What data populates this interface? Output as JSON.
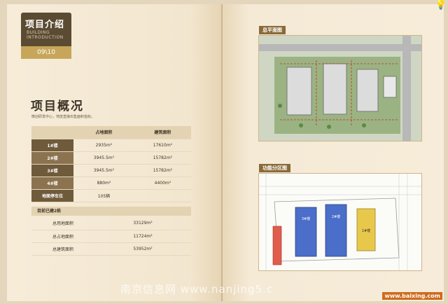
{
  "badge": {
    "title": "项目介绍",
    "subtitle_en": "BUILDING INTRODUCTION",
    "page": "09\\10"
  },
  "section": {
    "title": "项目概况",
    "note": "微创研发中心，地皮直接出售面积指标。"
  },
  "table1": {
    "header": [
      "",
      "占地面积",
      "建筑面积"
    ],
    "rows": [
      {
        "label": "1#楼",
        "a": "2935m²",
        "b": "17610m²"
      },
      {
        "label": "2#楼",
        "a": "3945.5m²",
        "b": "15782m²"
      },
      {
        "label": "3#楼",
        "a": "3945.5m²",
        "b": "15782m²"
      },
      {
        "label": "4#楼",
        "a": "880m²",
        "b": "4400m²"
      },
      {
        "label": "地面停车位",
        "a": "105辆",
        "b": ""
      }
    ]
  },
  "table2": {
    "header": "目前已建2栋",
    "rows": [
      {
        "label": "总用地面积",
        "value": "33129m²"
      },
      {
        "label": "总占地面积",
        "value": "11724m²"
      },
      {
        "label": "总建筑面积",
        "value": "53952m²"
      }
    ]
  },
  "maps": {
    "site_plan_label": "总平面图",
    "zoning_label": "功能分区图",
    "block_labels": [
      "3#楼",
      "2#楼",
      "1#楼"
    ]
  },
  "watermark": {
    "text": "南京信息网 www.nanjing5.c",
    "site": "www.baixing.com"
  }
}
